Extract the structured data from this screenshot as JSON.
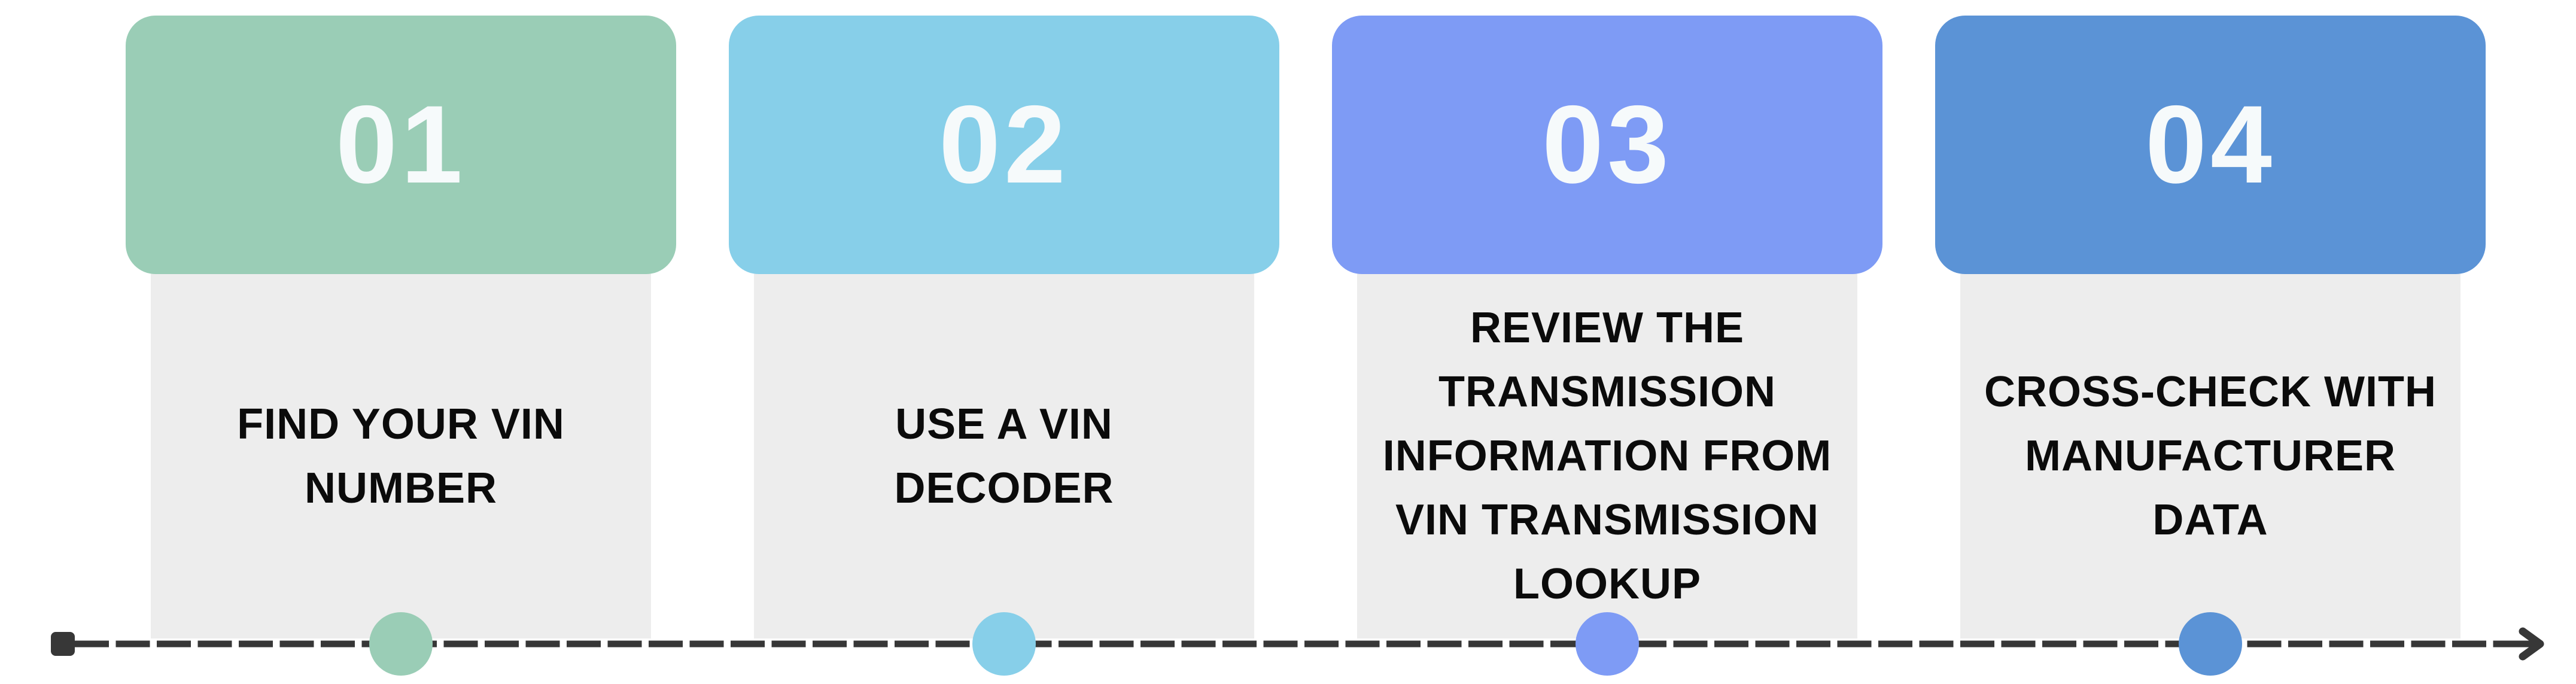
{
  "infographic": {
    "steps": [
      {
        "number": "01",
        "color": "#9ACDB6",
        "title_lines": [
          "FIND YOUR VIN",
          "NUMBER"
        ]
      },
      {
        "number": "02",
        "color": "#87CFE9",
        "title_lines": [
          "USE A VIN",
          "DECODER"
        ]
      },
      {
        "number": "03",
        "color": "#7E9BF5",
        "title_lines": [
          "REVIEW THE",
          "TRANSMISSION",
          "INFORMATION FROM",
          "VIN TRANSMISSION",
          "LOOKUP"
        ]
      },
      {
        "number": "04",
        "color": "#5B93D6",
        "title_lines": [
          "CROSS-CHECK WITH",
          "MANUFACTURER",
          "DATA"
        ]
      }
    ],
    "card_body_color": "#EDEDED",
    "title_text_color": "#0B0B0B",
    "number_text_color": "#F6FAFB",
    "timeline": {
      "color": "#373737"
    }
  }
}
